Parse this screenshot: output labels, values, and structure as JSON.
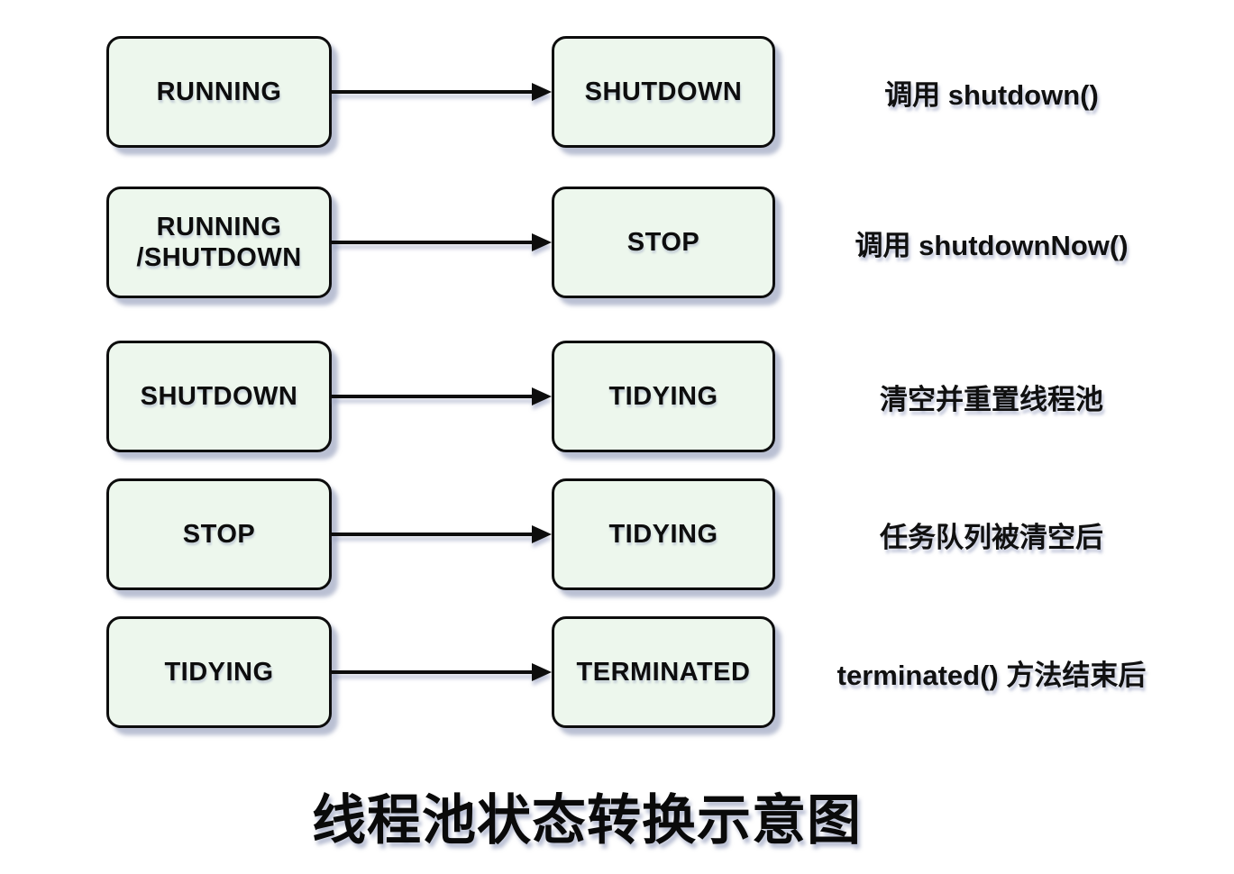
{
  "title": "线程池状态转换示意图",
  "colors": {
    "background": "#ffffff",
    "box_fill": "#edf7ed",
    "box_border": "#0d0d0d",
    "arrow": "#0d0d0d",
    "shadow": "#8c8caf",
    "text": "#0d0d0d"
  },
  "diagram": {
    "rows": [
      {
        "from": "RUNNING",
        "to": "SHUTDOWN",
        "label": "调用 shutdown()"
      },
      {
        "from": "RUNNING\n/SHUTDOWN",
        "to": "STOP",
        "label": "调用 shutdownNow()"
      },
      {
        "from": "SHUTDOWN",
        "to": "TIDYING",
        "label": "清空并重置线程池"
      },
      {
        "from": "STOP",
        "to": "TIDYING",
        "label": "任务队列被清空后"
      },
      {
        "from": "TIDYING",
        "to": "TERMINATED",
        "label": "terminated() 方法结束后"
      }
    ]
  }
}
